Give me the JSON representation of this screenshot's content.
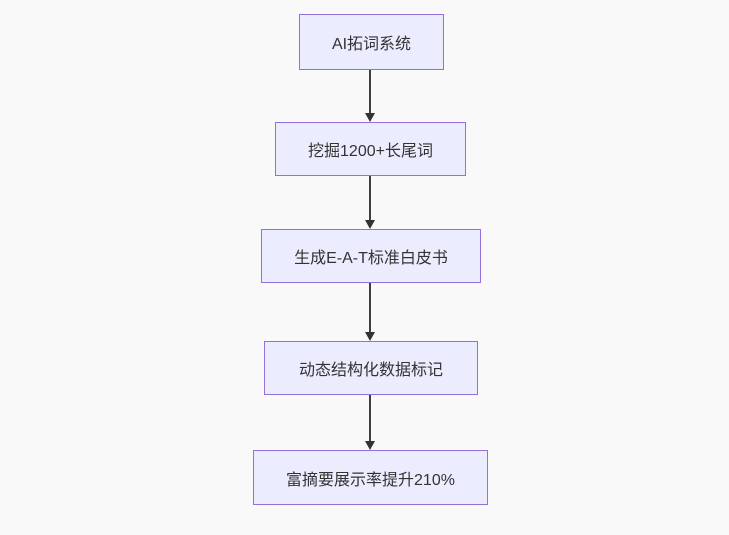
{
  "diagram": {
    "type": "flowchart-vertical",
    "colors": {
      "background": "#f9f9f9",
      "node_fill": "#ececff",
      "node_border": "#9370db",
      "node_text": "#333333",
      "arrow": "#333333"
    },
    "nodes": [
      {
        "label": "AI拓词系统"
      },
      {
        "label": "挖掘1200+长尾词"
      },
      {
        "label": "生成E-A-T标准白皮书"
      },
      {
        "label": "动态结构化数据标记"
      },
      {
        "label": "富摘要展示率提升210%"
      }
    ],
    "edges": [
      {
        "from": 0,
        "to": 1
      },
      {
        "from": 1,
        "to": 2
      },
      {
        "from": 2,
        "to": 3
      },
      {
        "from": 3,
        "to": 4
      }
    ]
  }
}
